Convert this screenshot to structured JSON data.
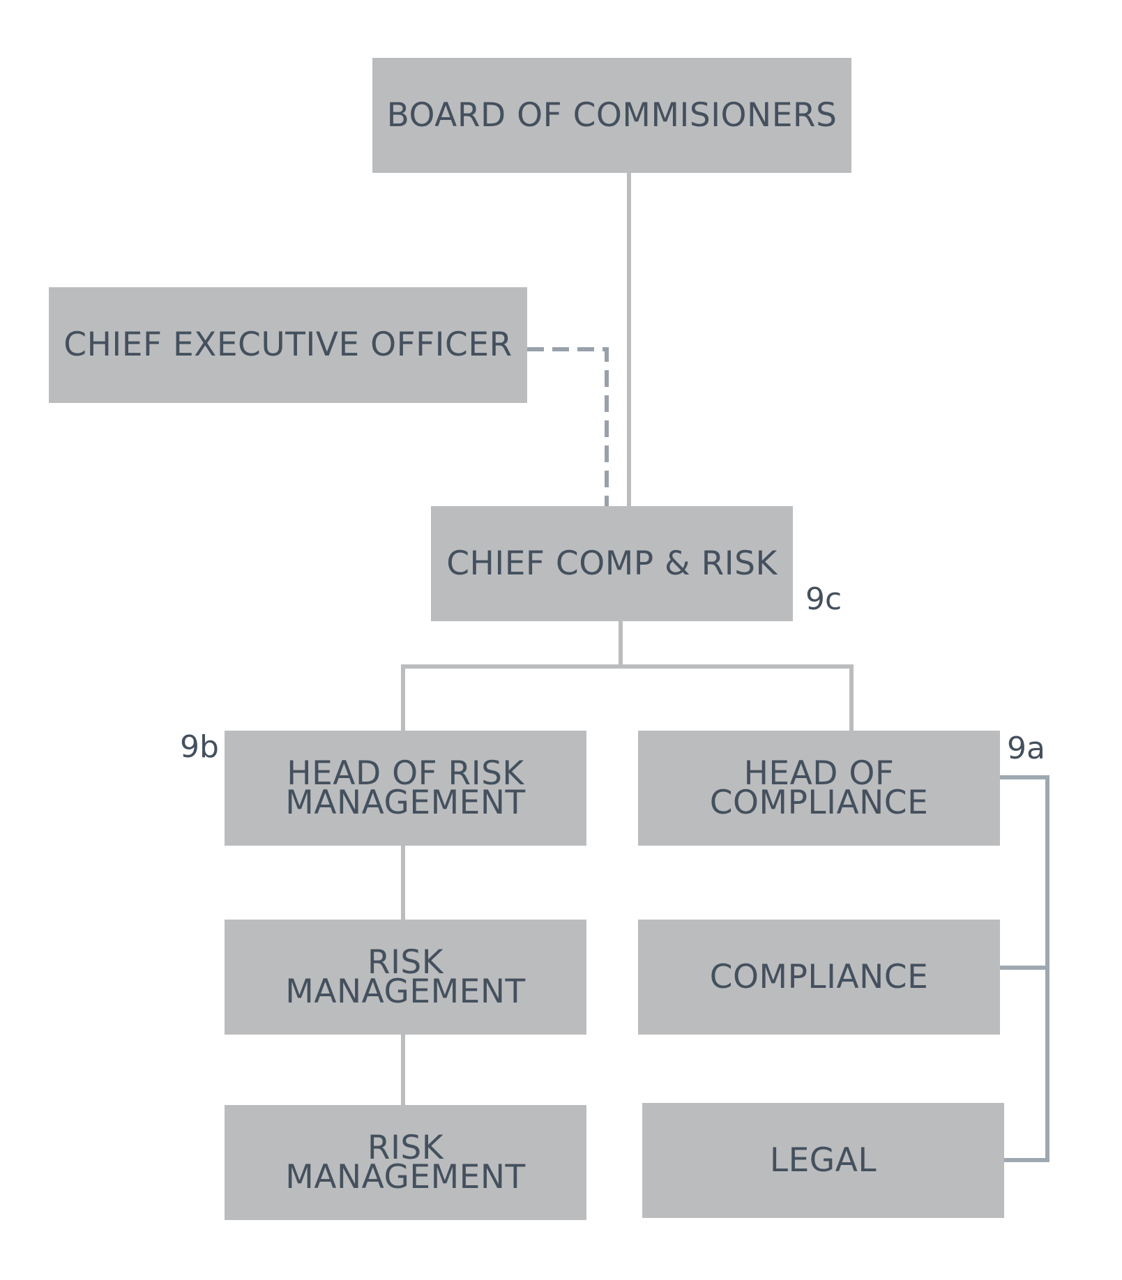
{
  "colors": {
    "box_fill": "#bbbcbe",
    "text": "#44505d",
    "solid_line": "#bbbcbe",
    "dashed_line": "#98a1aa",
    "bracket_line": "#9ea8b1"
  },
  "nodes": {
    "board": {
      "lines": [
        "BOARD OF COMMISIONERS"
      ]
    },
    "ceo": {
      "lines": [
        "CHIEF EXECUTIVE OFFICER"
      ]
    },
    "ccr": {
      "lines": [
        "CHIEF COMP & RISK"
      ]
    },
    "head_risk": {
      "lines": [
        "HEAD OF RISK",
        "MANAGEMENT"
      ]
    },
    "head_comp": {
      "lines": [
        "HEAD OF",
        "COMPLIANCE"
      ]
    },
    "risk_mgmt_1": {
      "lines": [
        "RISK",
        "MANAGEMENT"
      ]
    },
    "compliance": {
      "lines": [
        "COMPLIANCE"
      ]
    },
    "risk_mgmt_2": {
      "lines": [
        "RISK",
        "MANAGEMENT"
      ]
    },
    "legal": {
      "lines": [
        "LEGAL"
      ]
    }
  },
  "tags": {
    "ccr": "9c",
    "head_risk": "9b",
    "head_comp": "9a"
  }
}
